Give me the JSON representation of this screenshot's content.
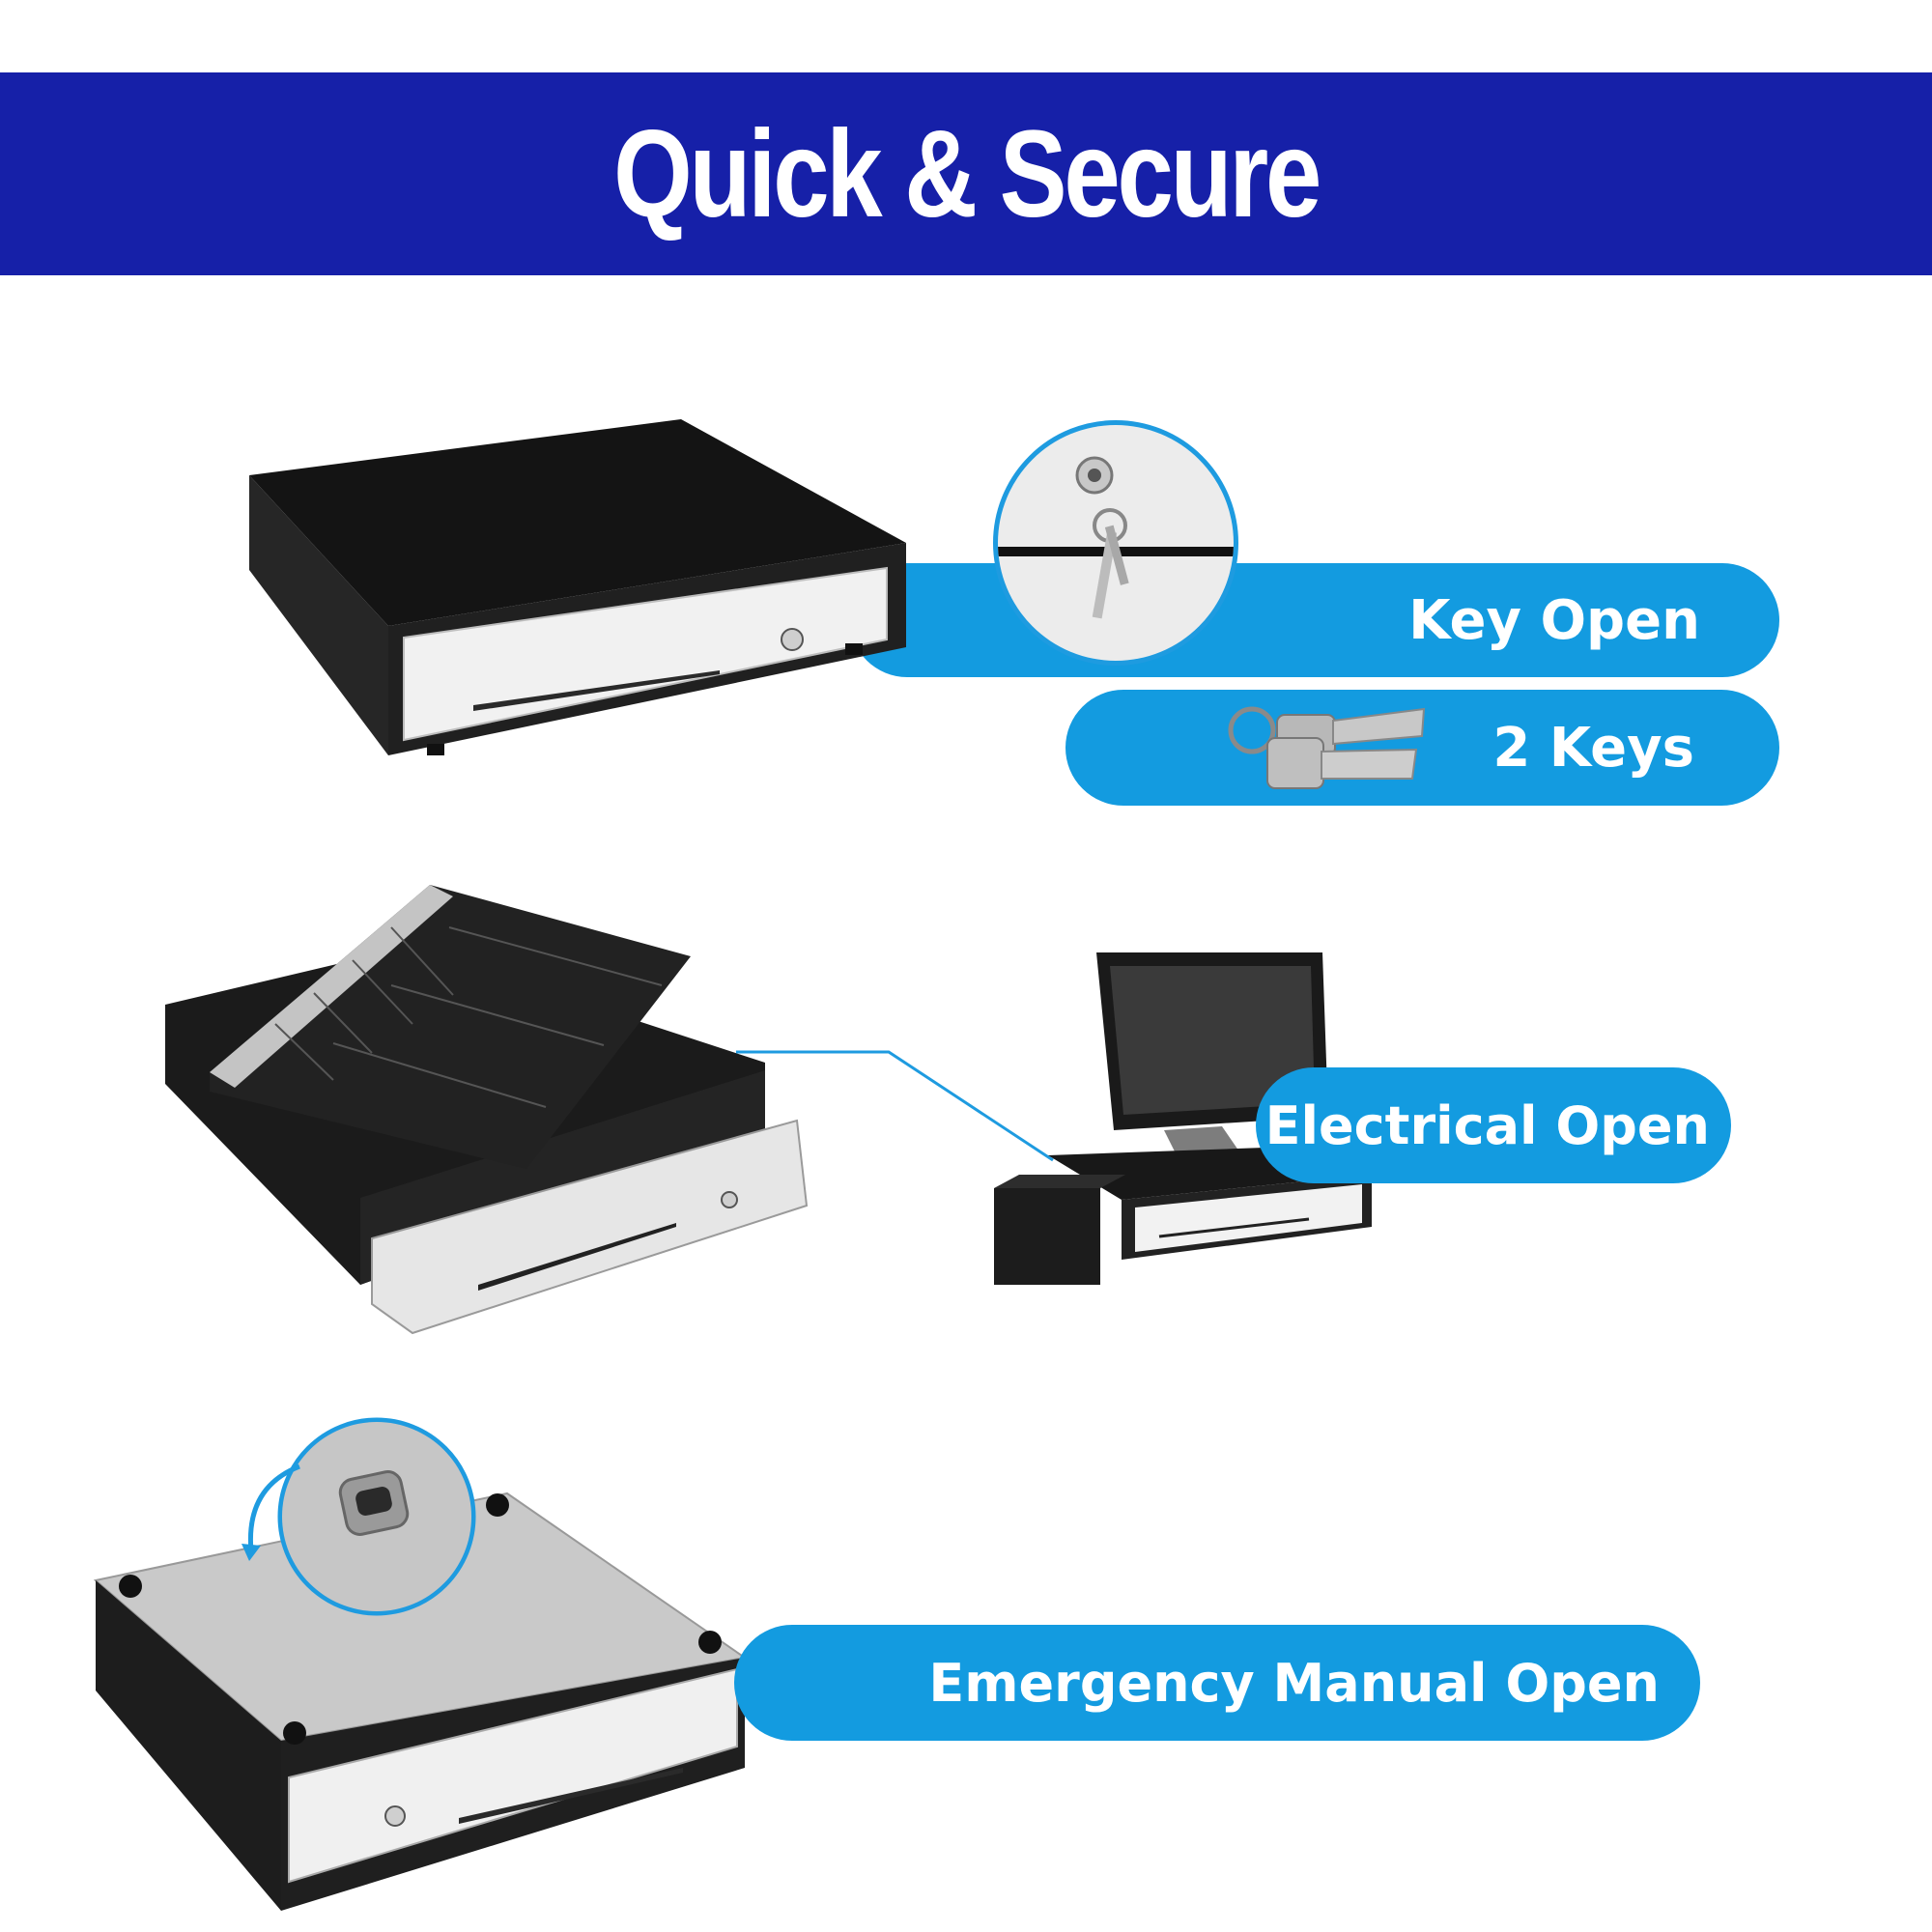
{
  "header": {
    "title": "Quick & Secure",
    "background_color": "#1620a8"
  },
  "features": {
    "key_open": {
      "label": "Key Open",
      "icon": "key-lock-icon"
    },
    "two_keys": {
      "label": "2 Keys",
      "icon": "keys-icon"
    },
    "electrical_open": {
      "label": "Electrical Open",
      "icon": "pos-system-icon"
    },
    "emergency_manual_open": {
      "label": "Emergency Manual Open",
      "icon": "manual-release-icon"
    }
  },
  "colors": {
    "accent": "#139be0",
    "drawer_body": "#1e1e1e",
    "drawer_front": "#f2f2f2"
  }
}
